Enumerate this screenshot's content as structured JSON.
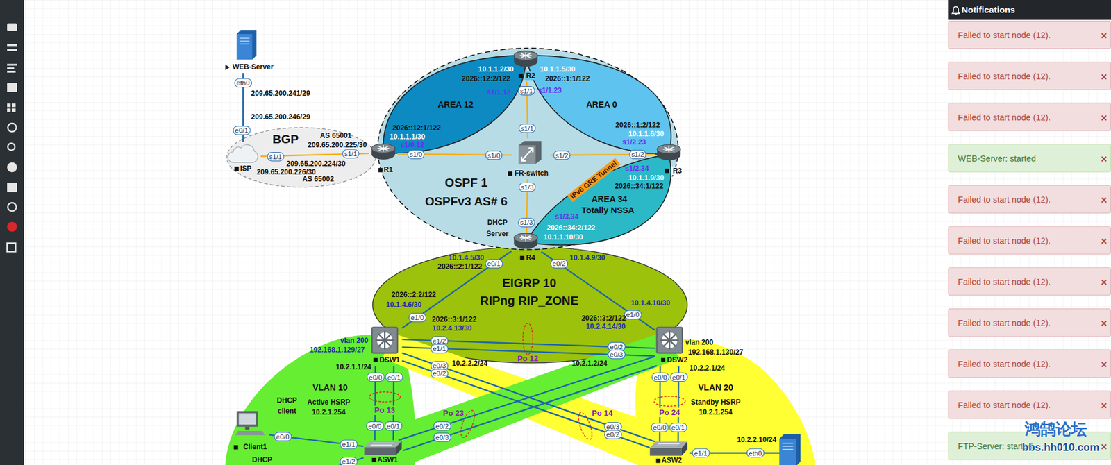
{
  "diagram": {
    "nodes": [
      {
        "text": [
          "BGP"
        ]
      },
      {
        "text": [
          "OSPF 1",
          "OSPFv3 AS# 6"
        ]
      },
      {
        "text": [
          "AREA 12"
        ],
        "in": 1
      },
      {
        "text": [
          "AREA 0"
        ],
        "in": 1
      },
      {
        "text": [
          "AREA 34",
          "Totally NSSA"
        ],
        "in": 1
      },
      {
        "text": [
          "EIGRP 10",
          "RIPng RIP_ZONE"
        ]
      },
      {
        "text": [
          "VLAN 10"
        ]
      },
      {
        "text": [
          "VLAN 20"
        ]
      },
      {
        "text": [
          "WEB-Server"
        ]
      },
      {
        "text": [
          "ISP"
        ],
        "in": 0
      },
      {
        "text": [
          "R1"
        ]
      },
      {
        "text": [
          "R2"
        ]
      },
      {
        "text": [
          "FR-switch"
        ],
        "in": 1
      },
      {
        "text": [
          "R3"
        ]
      },
      {
        "text": [
          "R4"
        ]
      },
      {
        "text": [
          "DSW1"
        ]
      },
      {
        "text": [
          "DSW2"
        ]
      },
      {
        "text": [
          "Client1"
        ],
        "in": 6
      },
      {
        "text": [
          "ASW1"
        ],
        "in": 6
      },
      {
        "text": [
          "ASW2"
        ],
        "in": 7
      },
      {
        "text": [
          "Notifications"
        ]
      },
      {
        "text": [
          "Failed to start node (12).",
          "×"
        ],
        "in": 20
      },
      {
        "text": [
          "Failed to start node (12).",
          "×"
        ],
        "in": 20
      },
      {
        "text": [
          "Failed to start node (12).",
          "×"
        ],
        "in": 20
      },
      {
        "text": [
          "WEB-Server: started",
          "×"
        ],
        "in": 20
      },
      {
        "text": [
          "Failed to start node (12).",
          "×"
        ],
        "in": 20
      },
      {
        "text": [
          "Failed to start node (12).",
          "×"
        ],
        "in": 20
      },
      {
        "text": [
          "Failed to start node (12).",
          "×"
        ],
        "in": 20
      },
      {
        "text": [
          "Failed to start node (12).",
          "×"
        ],
        "in": 20
      },
      {
        "text": [
          "Failed to start node (12).",
          "×"
        ],
        "in": 20
      },
      {
        "text": [
          "Failed to start node (12).",
          "×"
        ],
        "in": 20
      },
      {
        "text": [
          "FTP-Server: started",
          "×"
        ],
        "in": 20
      }
    ],
    "edges": [
      {
        "from": 8,
        "to": 9,
        "arrow": "none"
      },
      {
        "from": 9,
        "to": 10,
        "arrow": "none"
      },
      {
        "from": 10,
        "to": 12,
        "arrow": "none"
      },
      {
        "from": 11,
        "to": 12,
        "arrow": "none"
      },
      {
        "from": 13,
        "to": 12,
        "arrow": "none"
      },
      {
        "from": 14,
        "to": 12,
        "arrow": "none"
      },
      {
        "from": 14,
        "to": 15,
        "arrow": "none"
      },
      {
        "from": 14,
        "to": 16,
        "arrow": "none"
      },
      {
        "from": 15,
        "to": 16,
        "arrow": "none"
      },
      {
        "from": 15,
        "to": 16,
        "arrow": "none"
      },
      {
        "from": 15,
        "to": 18,
        "arrow": "none"
      },
      {
        "from": 15,
        "to": 18,
        "arrow": "none"
      },
      {
        "from": 15,
        "to": 19,
        "arrow": "none"
      },
      {
        "from": 15,
        "to": 19,
        "arrow": "none"
      },
      {
        "from": 16,
        "to": 18,
        "arrow": "none"
      },
      {
        "from": 16,
        "to": 18,
        "arrow": "none"
      },
      {
        "from": 16,
        "to": 19,
        "arrow": "none"
      },
      {
        "from": 16,
        "to": 19,
        "arrow": "none"
      },
      {
        "from": 18,
        "to": 17,
        "arrow": "none"
      }
    ],
    "labels": [
      "eth0",
      "e0/1",
      "s1/1",
      "s1/1",
      "s1/0",
      "s1/0",
      "s1/1",
      "s1/1",
      "s1/2",
      "s1/2",
      "s1/3",
      "s1/3",
      "e0/1",
      "e0/2",
      "e1/0",
      "e1/0",
      "e1/2",
      "e1/1",
      "e0/2",
      "e0/3",
      "e0/3",
      "e0/2",
      "e0/0",
      "e0/1",
      "e0/0",
      "e0/1",
      "e0/0",
      "e0/1",
      "e0/2",
      "e0/3",
      "e0/3",
      "e0/2",
      "e0/0",
      "e0/1",
      "e0/0",
      "e1/1",
      "e1/2",
      "e1/1",
      "eth0",
      "209.65.200.241/29",
      "209.65.200.246/29",
      "AS 65001",
      "209.65.200.225/30",
      "209.65.200.224/30",
      "209.65.200.226/30",
      "AS 65002",
      "2026::12:1/122",
      "10.1.1.1/30",
      "s1/0.12",
      "10.1.1.2/30",
      "10.1.1.5/30",
      "2026::12:2/122",
      "2026::1:1/122",
      "s1/1.12",
      "s1/1.23",
      "2026::1:2/122",
      "10.1.1.6/30",
      "s1/2.23",
      "s1/2.34",
      "10.1.1.9/30",
      "2026::34:1/122",
      "IPv6 GRE Tunnel",
      "DHCP",
      "Server",
      "s1/3.34",
      "2026::34:2/122",
      "10.1.1.10/30",
      "10.1.4.5/30",
      "2026::2:1/122",
      "10.1.4.9/30",
      "2026::2:2/122",
      "10.1.4.6/30",
      "10.1.4.10/30",
      "2026::3:1/122",
      "10.2.4.13/30",
      "2026::3:2/122",
      "10.2.4.14/30",
      "vlan 200",
      "192.168.1.129/27",
      "vlan 200",
      "192.168.1.130/27",
      "Po 12",
      "10.2.1.1/24",
      "10.2.2.2/24",
      "10.2.1.2/24",
      "10.2.2.1/24",
      "DHCP",
      "client",
      "Active HSRP",
      "10.2.1.254",
      "Po 13",
      "Po 23",
      "Po 14",
      "Po 24",
      "Standby HSRP",
      "10.2.1.254",
      "10.2.2.10/24",
      "DHCP",
      "鸿鹄论坛",
      "bbs.hh010.com"
    ]
  }
}
